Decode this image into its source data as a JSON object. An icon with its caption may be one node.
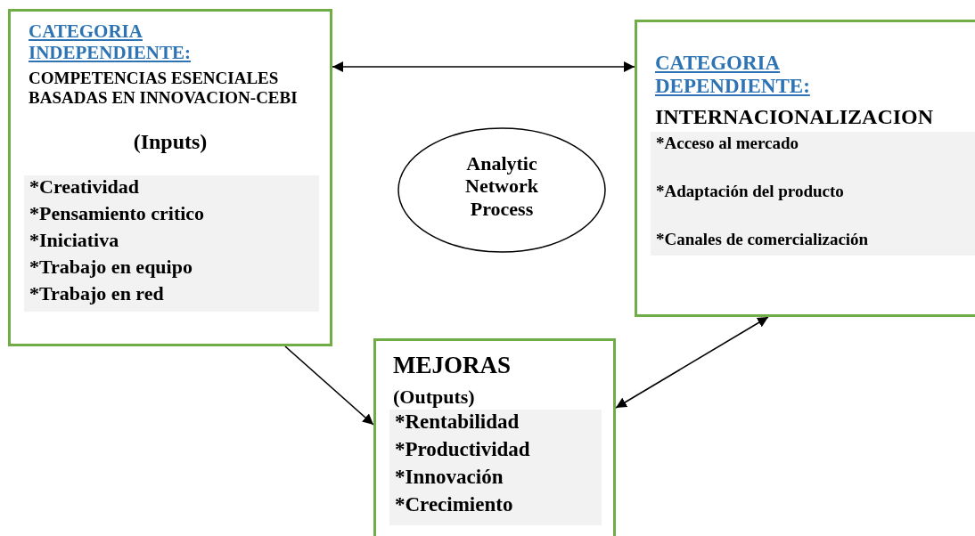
{
  "diagram": {
    "nodes": [
      {
        "text": [
          "CATEGORIA INDEPENDIENTE:",
          "COMPETENCIAS ESENCIALES BASADAS EN INNOVACION-CEBI",
          "(Inputs)",
          "*Creatividad",
          "*Pensamiento critico",
          "*Iniciativa",
          "*Trabajo en equipo",
          "*Trabajo en red"
        ]
      },
      {
        "text": [
          "CATEGORIA DEPENDIENTE:",
          "INTERNACIONALIZACION",
          "*Acceso al mercado",
          "*Adaptación del producto",
          "*Canales de comercialización"
        ]
      },
      {
        "text": [
          "Analytic Network Process"
        ]
      },
      {
        "text": [
          "MEJORAS",
          "(Outputs)",
          "*Rentabilidad",
          "*Productividad",
          "*Innovación",
          "*Crecimiento"
        ]
      }
    ],
    "edges": [
      {
        "from": 0,
        "to": 1,
        "arrow": "both"
      },
      {
        "from": 0,
        "to": 3,
        "arrow": "to"
      },
      {
        "from": 3,
        "to": 1,
        "arrow": "both"
      }
    ]
  }
}
